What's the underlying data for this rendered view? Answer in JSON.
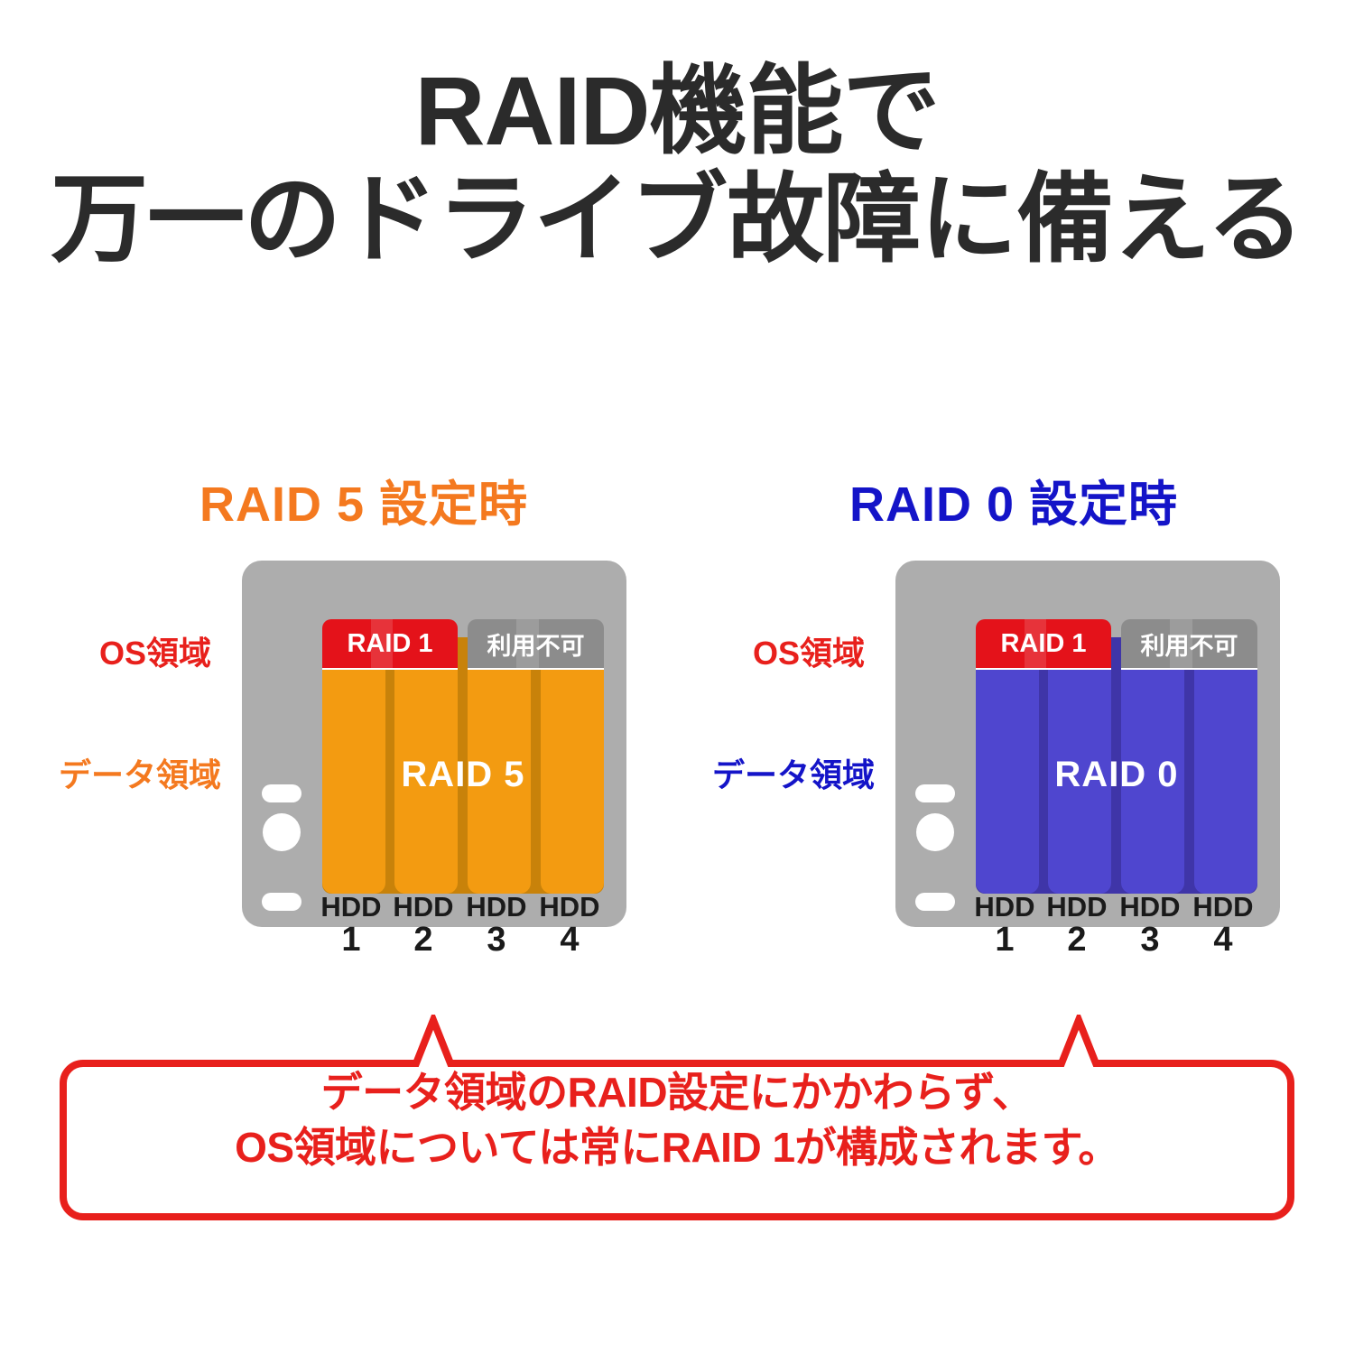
{
  "title": {
    "line1": "RAID機能で",
    "line2": "万一のドライブ故障に備える",
    "color": "#2b2b2b"
  },
  "colors": {
    "orange": "#F39B11",
    "orange_dark": "#C8820A",
    "orange_heading": "#F4791F",
    "blue": "#4F46CF",
    "blue_dark": "#3F35A8",
    "blue_heading": "#1414C8",
    "red": "#E4121A",
    "red_label": "#E8201C",
    "gray_chassis": "#ADADAD",
    "gray_band": "#8C8C8C",
    "white": "#FFFFFF"
  },
  "panels": [
    {
      "id": "raid5",
      "heading": "RAID 5 設定時",
      "heading_color": "#F4791F",
      "os_area_label": "OS領域",
      "data_area_label": "データ領域",
      "data_area_color": "#F4791F",
      "os_band_label": "RAID 1",
      "unavailable_band_label": "利用不可",
      "raid_label": "RAID 5",
      "drive_color": "#F39B11",
      "drive_color_dark": "#C8820A",
      "drives": [
        {
          "name": "HDD",
          "number": "1"
        },
        {
          "name": "HDD",
          "number": "2"
        },
        {
          "name": "HDD",
          "number": "3"
        },
        {
          "name": "HDD",
          "number": "4"
        }
      ]
    },
    {
      "id": "raid0",
      "heading": "RAID 0 設定時",
      "heading_color": "#1414C8",
      "os_area_label": "OS領域",
      "data_area_label": "データ領域",
      "data_area_color": "#1414C8",
      "os_band_label": "RAID 1",
      "unavailable_band_label": "利用不可",
      "raid_label": "RAID 0",
      "drive_color": "#4F46CF",
      "drive_color_dark": "#3F35A8",
      "drives": [
        {
          "name": "HDD",
          "number": "1"
        },
        {
          "name": "HDD",
          "number": "2"
        },
        {
          "name": "HDD",
          "number": "3"
        },
        {
          "name": "HDD",
          "number": "4"
        }
      ]
    }
  ],
  "callout": {
    "line1": "データ領域のRAID設定にかかわらず、",
    "line2": "OS領域については常にRAID 1が構成されます。",
    "border_color": "#E8201C",
    "text_color": "#E8201C"
  }
}
